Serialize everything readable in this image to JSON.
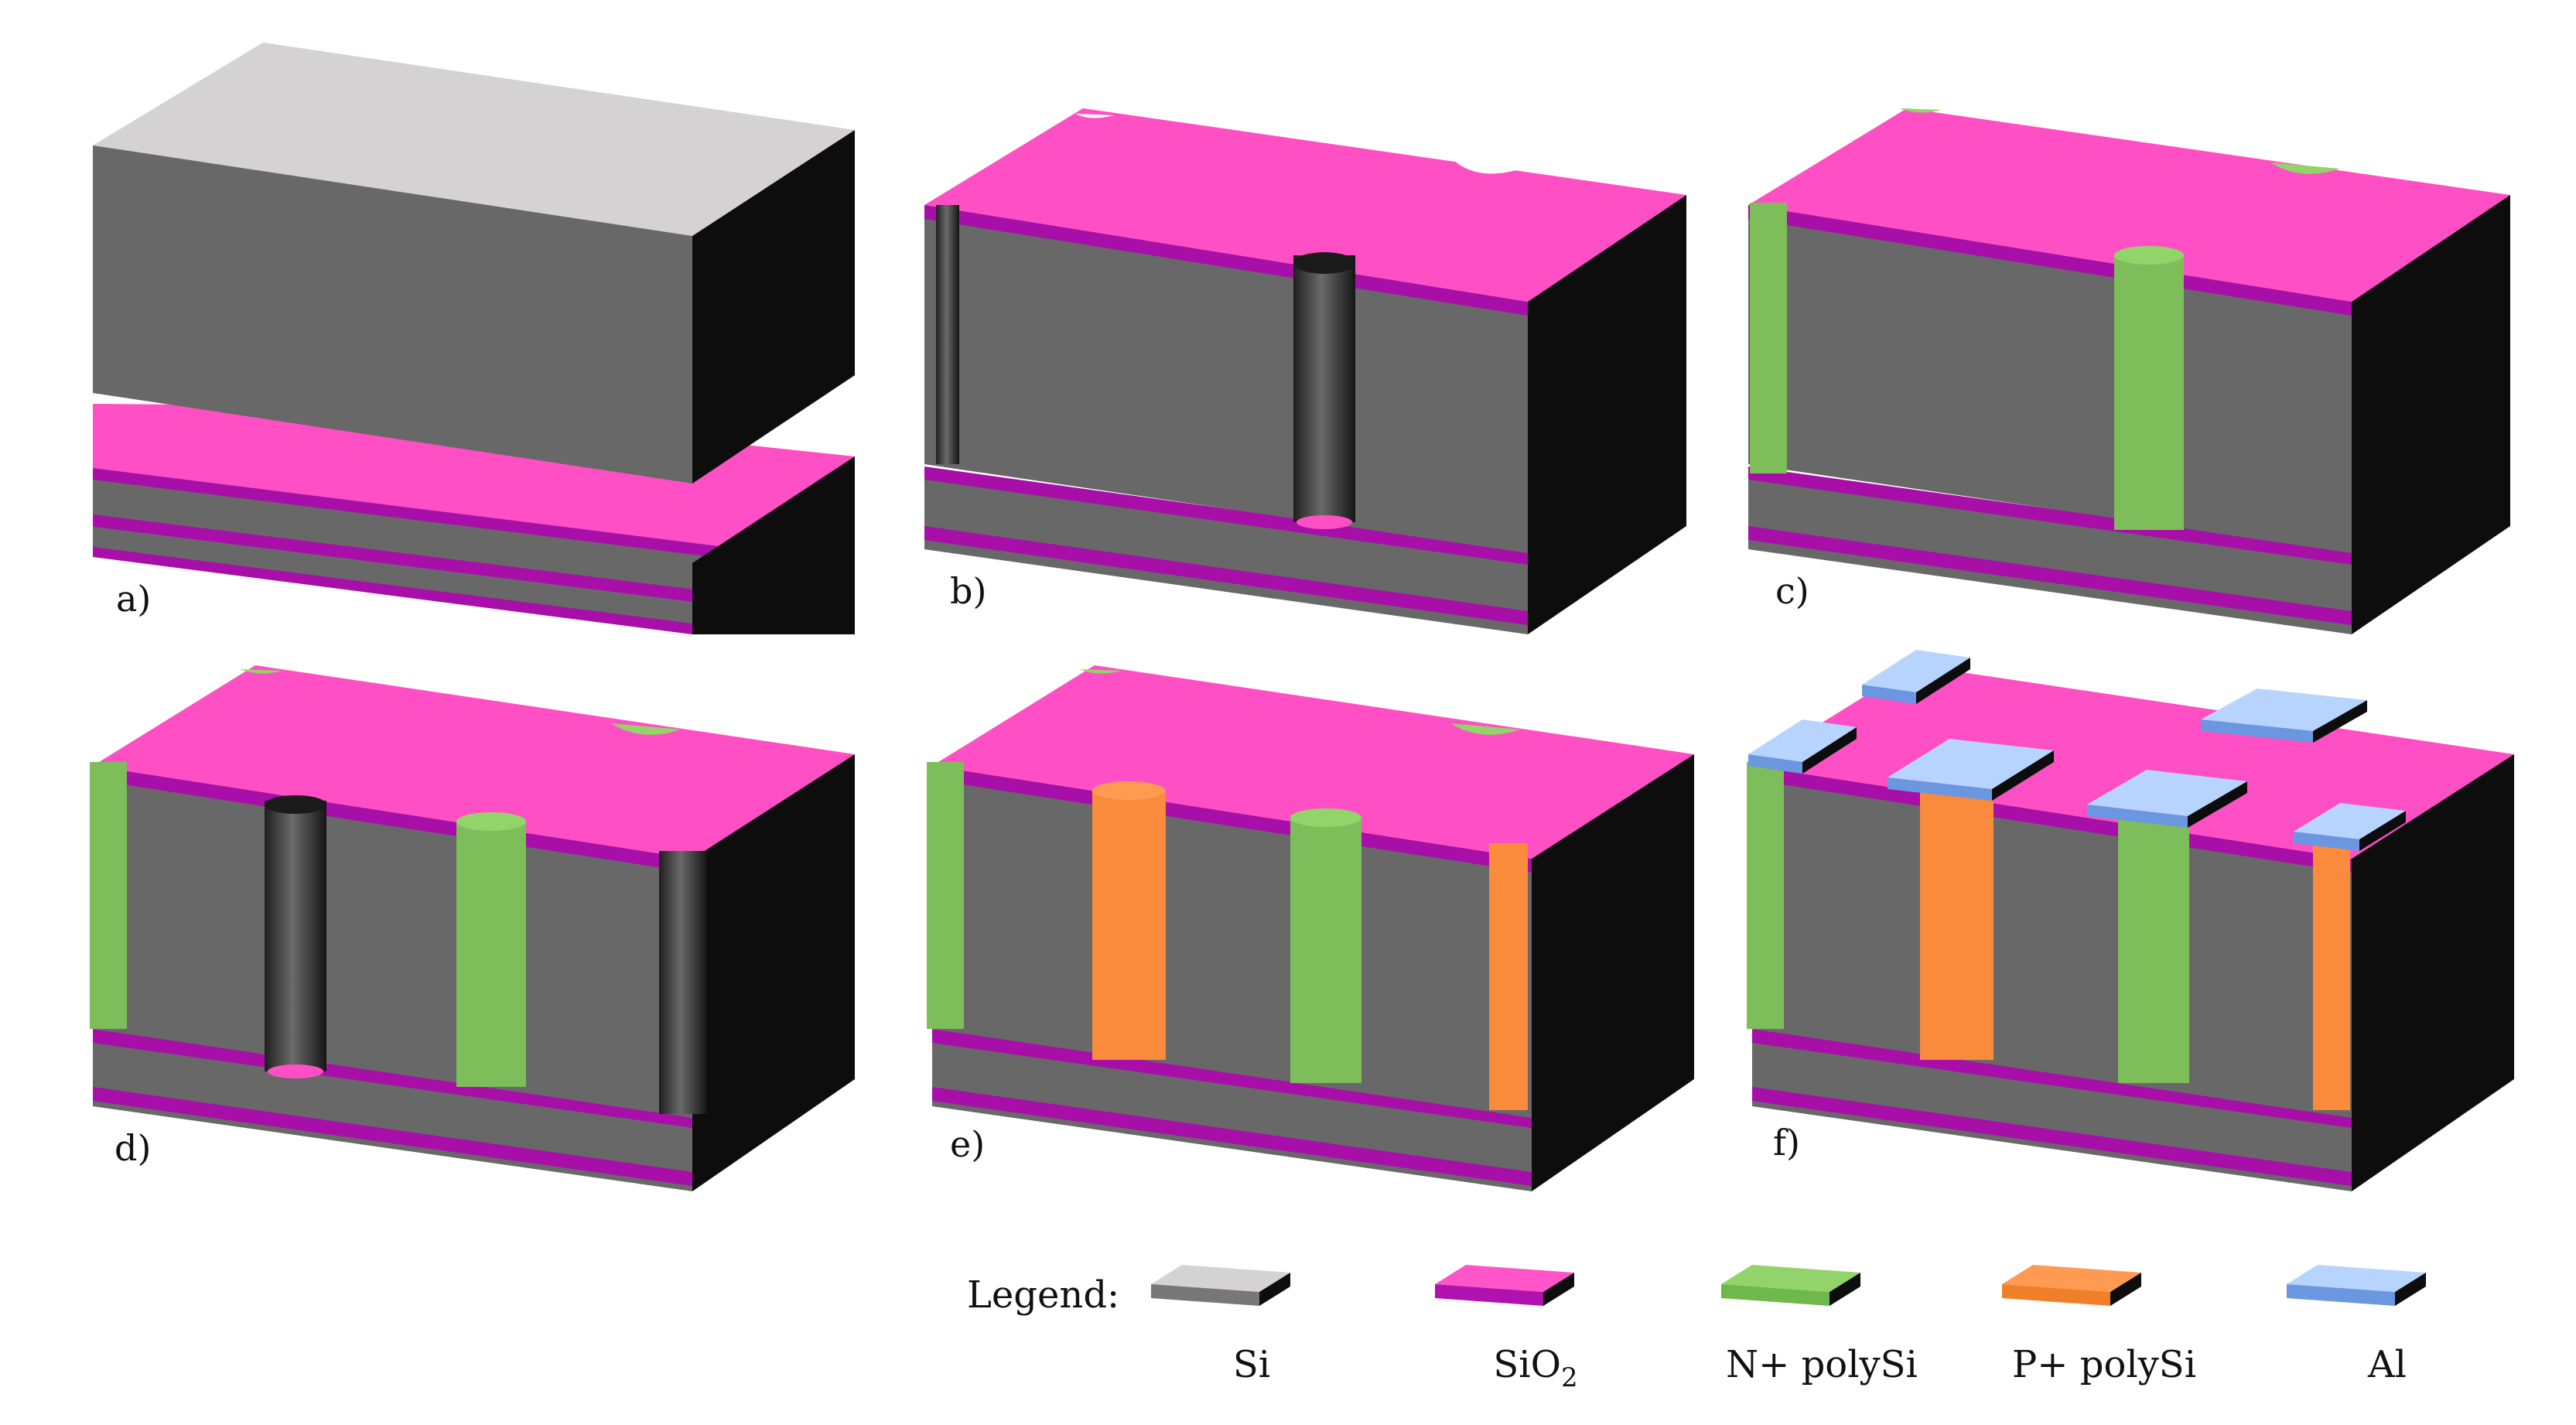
{
  "panels": [
    {
      "label": "a)"
    },
    {
      "label": "b)"
    },
    {
      "label": "c)"
    },
    {
      "label": "d)"
    },
    {
      "label": "e)"
    },
    {
      "label": "f)"
    }
  ],
  "legend": {
    "title": "Legend:",
    "items": [
      {
        "label": "Si",
        "top": "#d4d2d2",
        "side": "#777777",
        "end": "#0d0d0d"
      },
      {
        "label": "SiO",
        "subscript": "2",
        "top": "#ff55c8",
        "side": "#b012b0",
        "end": "#0d0d0d"
      },
      {
        "label": "N+ polySi",
        "top": "#92d469",
        "side": "#6fb84b",
        "end": "#0d0d0d"
      },
      {
        "label": "P+ polySi",
        "top": "#ff9a52",
        "side": "#f07f2a",
        "end": "#0d0d0d"
      },
      {
        "label": "Al",
        "top": "#b7d4ff",
        "side": "#6a97e0",
        "end": "#0d0d0d"
      }
    ]
  },
  "colors": {
    "si_top": "#d4d2d2",
    "si_front": "#686868",
    "si_right": "#0d0d0d",
    "sio2_top": "#ff4fc4",
    "sio2_side": "#a40ea4",
    "npoly": "#7dbd5a",
    "ppoly": "#fa8a3c",
    "al_top": "#b7d4ff",
    "al_side": "#6a97e0"
  }
}
